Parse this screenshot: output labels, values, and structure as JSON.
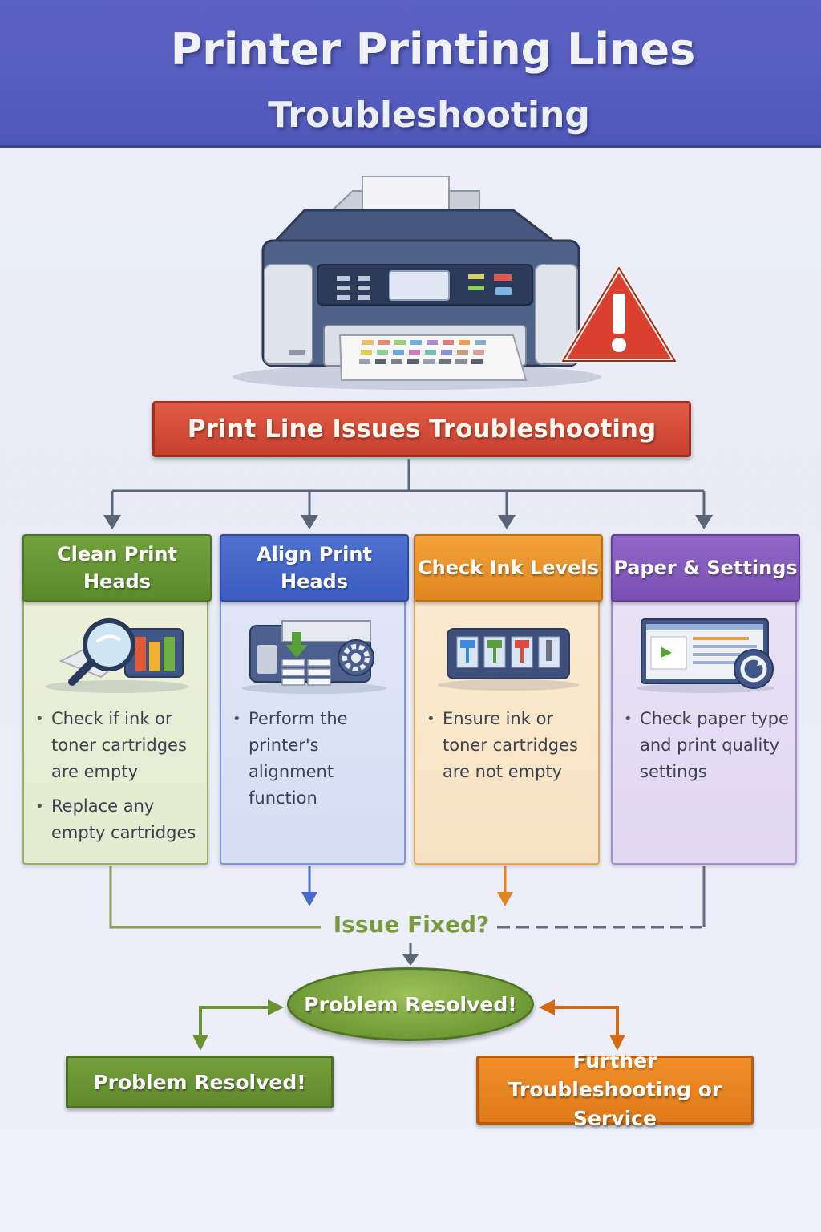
{
  "header": {
    "title": "Printer Printing Lines",
    "subtitle": "Troubleshooting"
  },
  "main_box": {
    "label": "Print Line Issues Troubleshooting"
  },
  "cards": [
    {
      "title": "Clean Print Heads",
      "icon": "magnifier-cartridge-icon",
      "bullets": [
        "Check if ink or toner cartridges are empty",
        "Replace any empty cartridges"
      ],
      "color": "#5a8a2c"
    },
    {
      "title": "Align Print Heads",
      "icon": "printer-gear-icon",
      "bullets": [
        "Perform the printer's alignment function"
      ],
      "color": "#3b5cc0"
    },
    {
      "title": "Check Ink Levels",
      "icon": "ink-levels-icon",
      "bullets": [
        "Ensure ink or toner cartridges are not empty"
      ],
      "color": "#e0861e"
    },
    {
      "title": "Paper & Settings",
      "icon": "settings-screen-icon",
      "bullets": [
        "Check paper type and print quality settings"
      ],
      "color": "#7a50b4"
    }
  ],
  "decision": {
    "label": "Issue Fixed?"
  },
  "resolved_ellipse": {
    "label": "Problem Resolved!"
  },
  "outcomes": {
    "resolved": "Problem Resolved!",
    "further": "Further Troubleshooting or Service"
  },
  "icons": {
    "printer": "printer-icon",
    "warning": "warning-triangle-icon"
  }
}
